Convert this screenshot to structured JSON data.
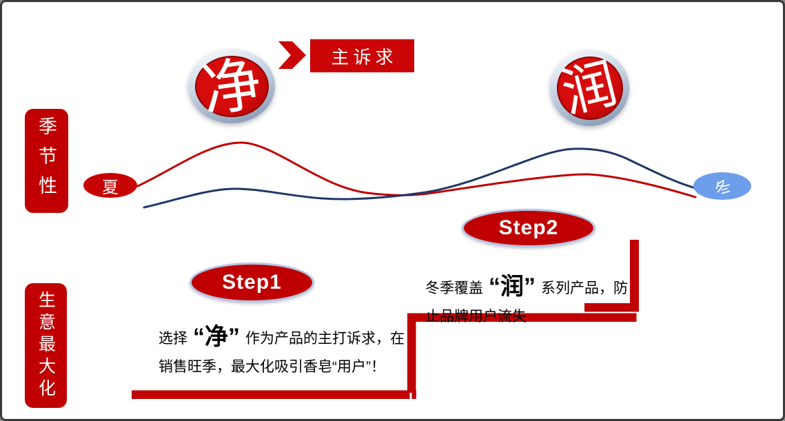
{
  "slide": {
    "background": "#ffffff",
    "border_color": "#3a3a3a"
  },
  "colors": {
    "red": "#c00000",
    "bright_red": "#cc0606",
    "navy": "#1f3864",
    "winter_blue": "#6d9eeb",
    "oval_border": "#b4c6e7"
  },
  "header": {
    "keyword_summer": "净",
    "keyword_winter": "润",
    "main_appeal_label": "主诉求"
  },
  "side_labels": {
    "seasonality": "季节性",
    "business_max": "生意最大化"
  },
  "season_markers": {
    "summer": "夏",
    "winter": "冬"
  },
  "curves": {
    "summer_series": {
      "name": "净-seasonal-curve",
      "color": "#c00000",
      "shape": "peaks in summer (left), trough mid, low in winter (right)"
    },
    "winter_series": {
      "name": "润-seasonal-curve",
      "color": "#1f3864",
      "shape": "low in summer (left), peaks in winter (right)"
    }
  },
  "steps": {
    "step1": {
      "label": "Step1",
      "desc_prefix": "选择",
      "desc_big": "“净”",
      "desc_suffix": "作为产品的主打诉求，在销售旺季，最大化吸引香皂“用户”！"
    },
    "step2": {
      "label": "Step2",
      "desc_prefix": "冬季覆盖",
      "desc_big": "“润”",
      "desc_suffix": "系列产品，防止品牌用户流失"
    }
  }
}
